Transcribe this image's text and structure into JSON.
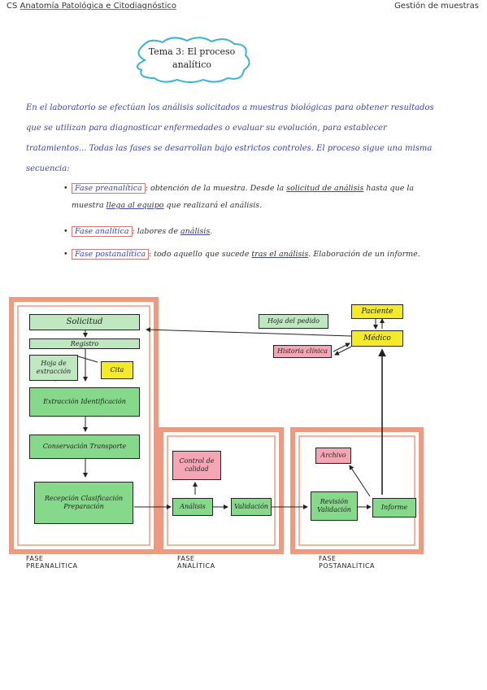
{
  "header": {
    "left_prefix": "CS",
    "course": "Anatomía Patológica e Citodiagnóstico",
    "right": "Gestión de muestras"
  },
  "title": {
    "line1": "Tema 3: El proceso",
    "line2": "analítico"
  },
  "paragraph": "En el laboratorio se efectúan los análisis solicitados a muestras biológicas para obtener resultados que se utilizan para diagnosticar enfermedades o evaluar su evolución, para establecer tratamientos... Todas las fases se desarrollan bajo estrictos controles. El proceso sigue una misma secuencia:",
  "bullets": [
    {
      "term": "Fase preanalítica",
      "text": ": obtención de la muestra. Desde la ",
      "u1": "solicitud de análisis",
      "text2": " hasta que la muestra ",
      "u2": "llega al equipo",
      "text3": " que realizará el análisis."
    },
    {
      "term": "Fase analítica",
      "text": ": labores de ",
      "u1": "análisis",
      "text2": ".",
      "u2": "",
      "text3": ""
    },
    {
      "term": "Fase postanalítica",
      "text": ": todo aquello que sucede ",
      "u1": "tras el análisis",
      "text2": ". Elaboración de un informe.",
      "u2": "",
      "text3": ""
    }
  ],
  "diagram": {
    "phase_labels": {
      "pre": "FASE PREANALÍTICA",
      "ana": "FASE ANALÍTICA",
      "post": "FASE POSTANALÍTICA"
    },
    "boxes": {
      "solicitud": "Solicitud",
      "registro": "Registro",
      "hoja_extraccion": "Hoja de extracción",
      "cita": "Cita",
      "extraccion": "Extracción Identificación",
      "conservacion": "Conservación Transporte",
      "recepcion": "Recepción Clasificación Preparación",
      "control_calidad": "Control de calidad",
      "analisis": "Análisis",
      "validacion": "Validación",
      "archivo": "Archivo",
      "revision": "Revisión Validación",
      "informe": "Informe",
      "paciente": "Paciente",
      "medico": "Médico",
      "hoja_pedido": "Hoja del pedido",
      "historia_clinica": "Historia clínica"
    }
  }
}
